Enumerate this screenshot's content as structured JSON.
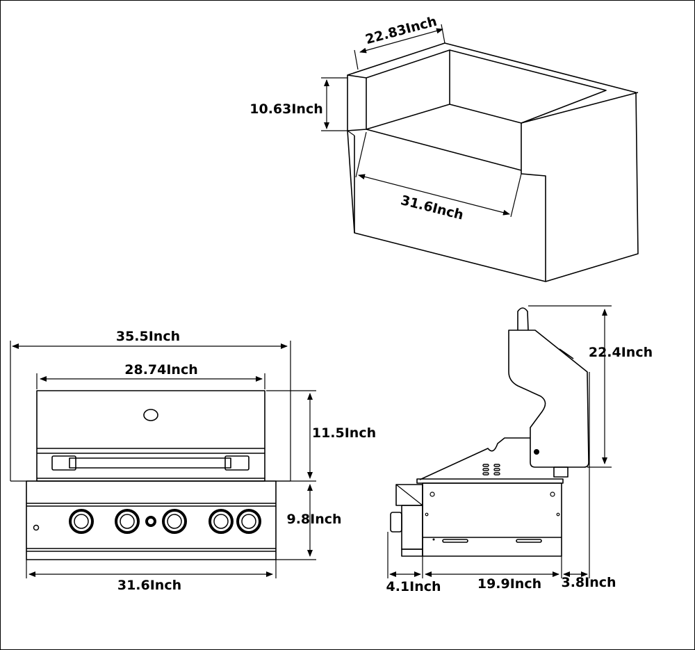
{
  "island": {
    "depth": "22.83Inch",
    "height": "10.63Inch",
    "width": "31.6Inch"
  },
  "front_view": {
    "overall_width": "35.5Inch",
    "hood_width": "28.74Inch",
    "hood_height": "11.5Inch",
    "base_height": "9.8Inch",
    "base_width": "31.6Inch"
  },
  "side_view": {
    "height": "22.4Inch",
    "front_depth": "4.1Inch",
    "body_depth": "19.9Inch",
    "rear_depth": "3.8Inch"
  },
  "colors": {
    "line": "#000000",
    "background": "#ffffff"
  }
}
